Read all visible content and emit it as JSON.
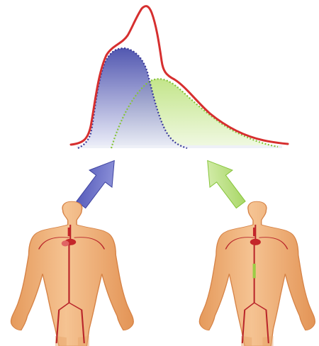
{
  "diagram": {
    "curves": [
      {
        "id": "combined",
        "style": "solid",
        "color": "#d62f2f"
      },
      {
        "id": "component-1",
        "style": "dotted",
        "color": "#3a3a9a",
        "fill": "#7d82c9"
      },
      {
        "id": "component-2",
        "style": "dotted",
        "color": "#86c43a",
        "fill": "#d6efab"
      }
    ],
    "arrows": [
      {
        "id": "arrow-left",
        "color": "#6f74c7",
        "icon": "up-right-arrow"
      },
      {
        "id": "arrow-right",
        "color": "#b7e07c",
        "icon": "up-left-arrow"
      }
    ],
    "figures": [
      {
        "id": "figure-left",
        "skin": "#f1b37c",
        "vessel": "#c4262a",
        "highlight": "#c4262a"
      },
      {
        "id": "figure-right",
        "skin": "#f1b37c",
        "vessel": "#c4262a",
        "highlight": "#9ccc45"
      }
    ]
  }
}
